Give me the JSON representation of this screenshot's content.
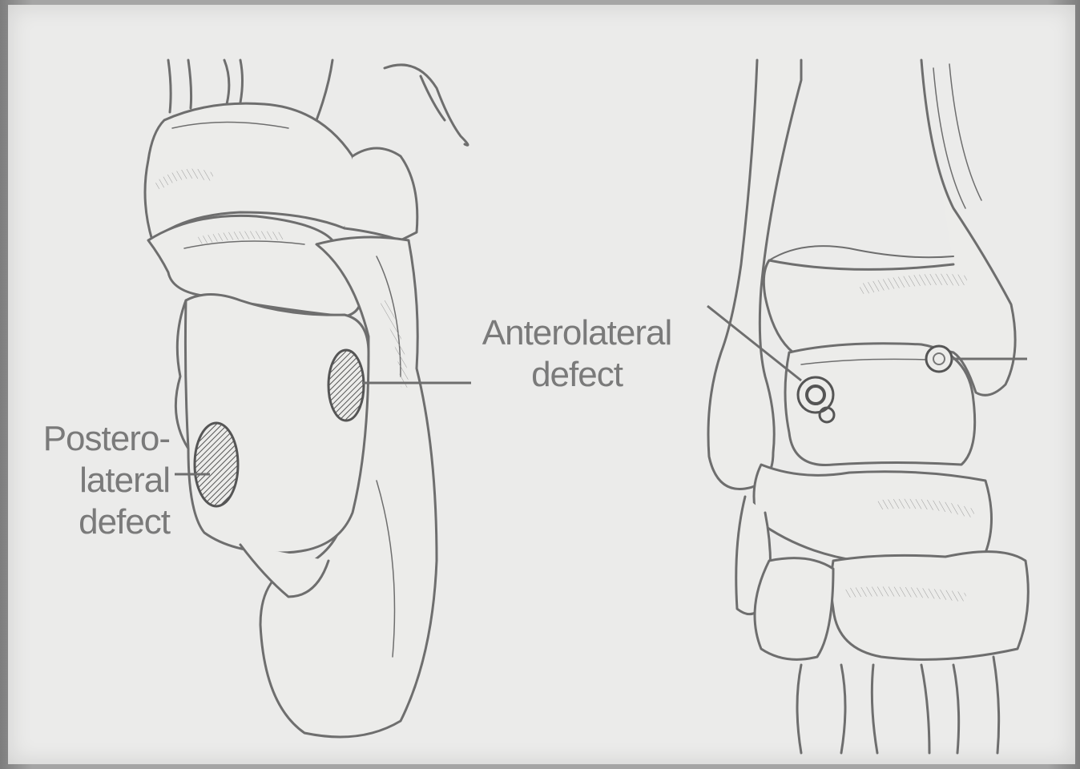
{
  "labels": {
    "anterolateral": [
      "Anterolateral",
      "defect"
    ],
    "posterolateral": [
      "Postero-",
      "lateral",
      "defect"
    ]
  },
  "colors": {
    "paper": "#ebebea",
    "ink": "#6e6e6e",
    "label": "#7a7a7a",
    "defect_fill": "#8a8a8a"
  }
}
